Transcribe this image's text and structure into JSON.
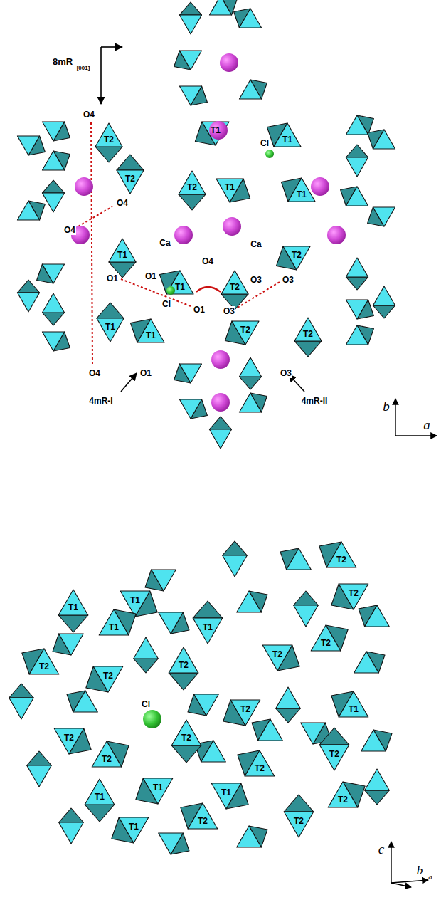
{
  "diagram": {
    "labels": [
      "8mR",
      "[001]",
      "O4",
      "T2",
      "T1",
      "T1",
      "Cl",
      "T2",
      "T2",
      "T1",
      "T1",
      "O4",
      "O4",
      "Ca",
      "O4",
      "Ca",
      "T2",
      "T1",
      "O1",
      "O1",
      "T1",
      "T2",
      "O3",
      "O3",
      "Cl",
      "O1",
      "O3",
      "T1",
      "T1",
      "T2",
      "T2",
      "O4",
      "O1",
      "4mR-I",
      "O3",
      "4mR-II",
      "b",
      "a",
      "T2",
      "T2",
      "T1",
      "T1",
      "T1",
      "T1",
      "T2",
      "T2",
      "T2",
      "T2",
      "T2",
      "Cl",
      "T1",
      "T2",
      "T2",
      "T2",
      "T2",
      "T2",
      "T2",
      "T1",
      "T1",
      "T1",
      "T2",
      "T2",
      "T2",
      "T1",
      "c",
      "b",
      "a"
    ]
  }
}
